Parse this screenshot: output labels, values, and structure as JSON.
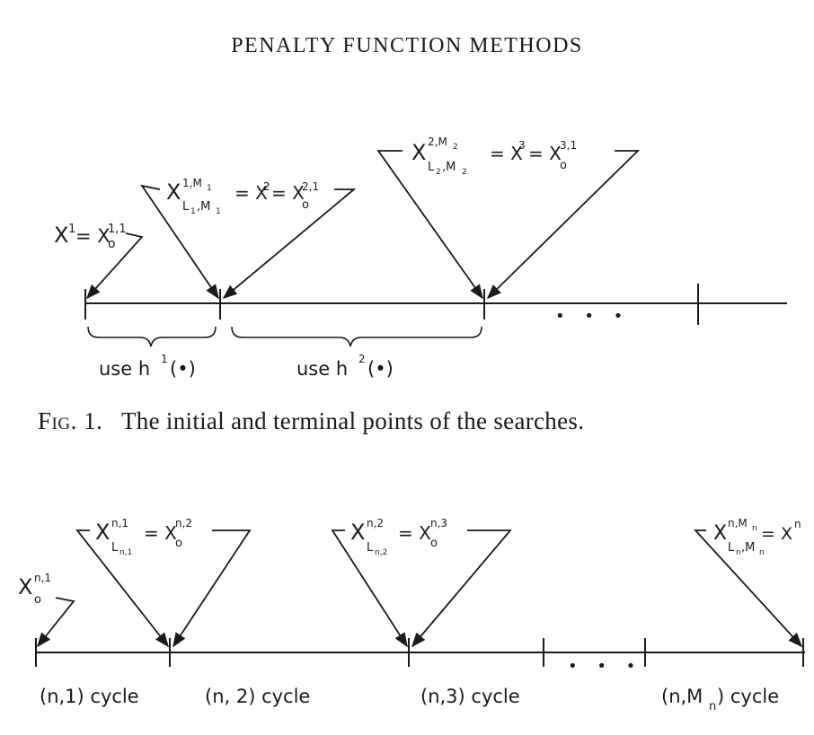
{
  "header": {
    "title": "PENALTY FUNCTION METHODS"
  },
  "figure1": {
    "caption_prefix": "Fig. 1.",
    "caption_text": "The initial and terminal points of the searches.",
    "label_x1": {
      "base": "X",
      "sup1": "1",
      "eq": "= X",
      "sup2": "1,1",
      "sub2": "o"
    },
    "label_x2": {
      "base": "X",
      "sup": "1,M",
      "sup_sub": "1",
      "sub": "L",
      "sub_sub": "1",
      "sub_tail": ",M",
      "sub_tail_sub": "1",
      "eq1": "= X",
      "sup_mid": "2",
      "eq2": "= X",
      "sup2": "2,1",
      "sub2": "o"
    },
    "label_x3": {
      "base": "X",
      "sup": "2,M",
      "sup_sub": "2",
      "sub": "L",
      "sub_sub": "2",
      "sub_tail": ",M",
      "sub_tail_sub": "2",
      "eq1": "= X",
      "sup_mid": "3",
      "eq2": "= X",
      "sup2": "3,1",
      "sub2": "o"
    },
    "ellipsis": "• • •",
    "brace1_label": {
      "text": "use h",
      "sup": "1",
      "tail": "(•)"
    },
    "brace2_label": {
      "text": "use h",
      "sup": "2",
      "tail": "(•)"
    }
  },
  "figure2": {
    "label_start": {
      "base": "X",
      "sup": "n,1",
      "sub": "o"
    },
    "label_b1": {
      "base": "X",
      "sup": "n,1",
      "sub": "L",
      "sub_sub": "n,1",
      "eq": "= X",
      "sup2": "n,2",
      "sub2": "o"
    },
    "label_b2": {
      "base": "X",
      "sup": "n,2",
      "sub": "L",
      "sub_sub": "n,2",
      "eq": "= X",
      "sup2": "n,3",
      "sub2": "o"
    },
    "label_end": {
      "base": "X",
      "sup": "n,M",
      "sup_sub": "n",
      "sub": "L",
      "sub_sub": "n",
      "sub_tail": ",M",
      "sub_tail_sub": "n",
      "eq": "= X",
      "sup2": "n"
    },
    "ellipsis": "• • •",
    "cycles": [
      {
        "label": "(n,1) cycle"
      },
      {
        "label": "(n, 2)  cycle"
      },
      {
        "label": "(n,3) cycle"
      },
      {
        "label": "(n,M",
        "sub": "n",
        "tail": ") cycle"
      }
    ]
  }
}
